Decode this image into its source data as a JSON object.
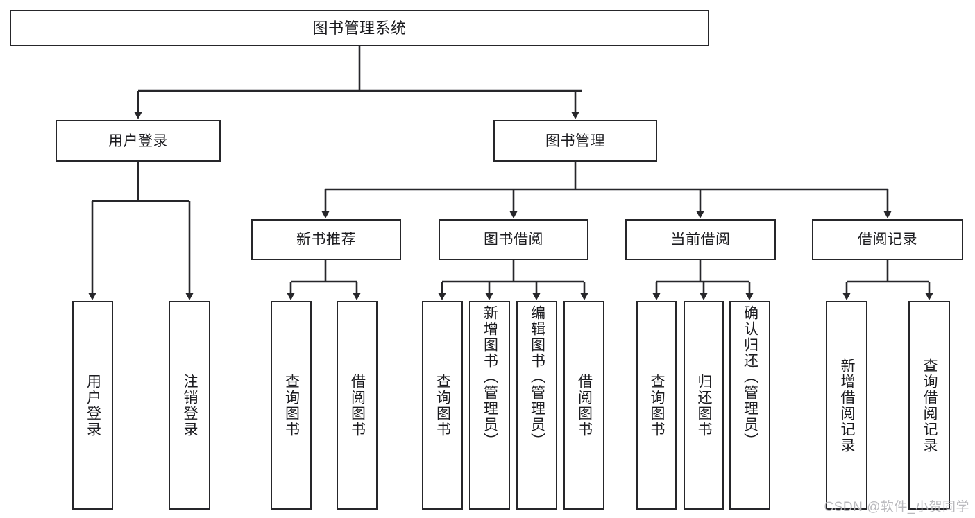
{
  "diagram": {
    "title": "图书管理系统",
    "watermark": "CSDN @软件_小贺同学",
    "line_color": "#26262a",
    "box_fill": "#ffffff",
    "text_color": "#1b1b1f",
    "watermark_color": "#b9b9bd"
  },
  "nodes": {
    "root": {
      "label": "图书管理系统"
    },
    "level2": [
      {
        "label": "用户登录"
      },
      {
        "label": "图书管理"
      }
    ],
    "level3": [
      {
        "label": "新书推荐"
      },
      {
        "label": "图书借阅"
      },
      {
        "label": "当前借阅"
      },
      {
        "label": "借阅记录"
      }
    ],
    "leaves": {
      "user_login": [
        {
          "label": "用户登录"
        },
        {
          "label": "注销登录"
        }
      ],
      "new_book_recommend": [
        {
          "label": "查询图书"
        },
        {
          "label": "借阅图书"
        }
      ],
      "book_borrow": [
        {
          "label": "查询图书"
        },
        {
          "label": "新增图书（管理员）"
        },
        {
          "label": "编辑图书（管理员）"
        },
        {
          "label": "借阅图书"
        }
      ],
      "current_borrow": [
        {
          "label": "查询图书"
        },
        {
          "label": "归还图书"
        },
        {
          "label": "确认归还（管理员）"
        }
      ],
      "borrow_record": [
        {
          "label": "新增借阅记录"
        },
        {
          "label": "查询借阅记录"
        }
      ]
    }
  }
}
